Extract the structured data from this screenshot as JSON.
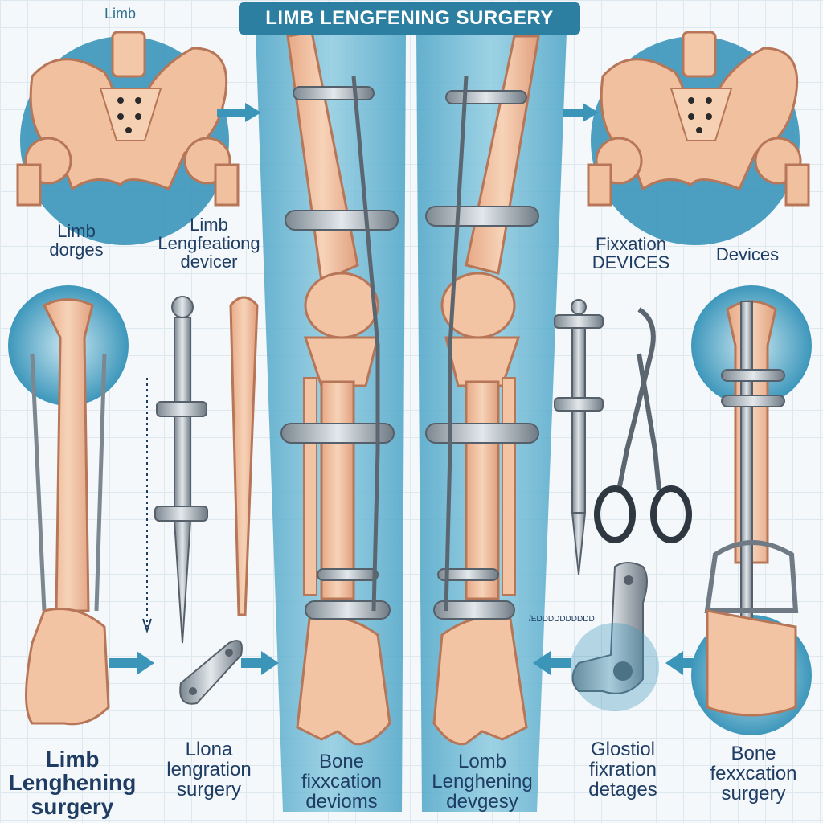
{
  "title": "LIMB LENGFENING SURGERY",
  "labels": {
    "top_left": "Limb",
    "left_upper": [
      "Limb",
      "dorges"
    ],
    "left_upper2": [
      "Limb",
      "Lengfeationg",
      "devicer"
    ],
    "right_upper": [
      "Fixxation",
      "DEVICES"
    ],
    "right_upper2": "Devices",
    "bottom_1": [
      "Limb",
      "Lenghening",
      "surgery"
    ],
    "bottom_2": [
      "Llona",
      "lengration",
      "surgery"
    ],
    "bottom_3": [
      "Bone",
      "fixxcation",
      "devioms"
    ],
    "bottom_4": [
      "Lomb",
      "Lenghening",
      "devgesy"
    ],
    "bottom_5": [
      "Glostiol",
      "fixration",
      "detages"
    ],
    "bottom_6": [
      "Bone",
      "fexxcation",
      "surgery"
    ],
    "scale_text": "/EDDDDDDDDDD"
  },
  "colors": {
    "bone": "#f2c4a3",
    "bone_shade": "#d89878",
    "metal": "#b8c2cb",
    "metal_dark": "#56606a",
    "teal": "#2f8fb4",
    "teal_light": "#bfe0ec",
    "text": "#1f3d63"
  }
}
